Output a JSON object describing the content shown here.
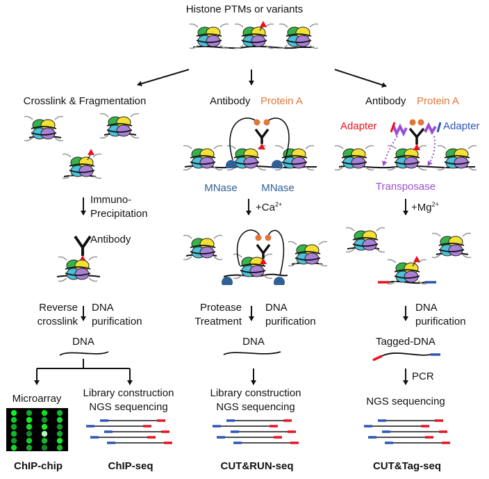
{
  "title": "Histone PTMs or variants",
  "colors": {
    "orange": "#e0763a",
    "red": "#e8131e",
    "blue": "#2b55b6",
    "purple": "#9b4fd4",
    "mnase_blue": "#2f5f94",
    "dna": "#111111"
  },
  "left": {
    "step1": "Crosslink & Fragmentation",
    "ip_1": "Immuno-",
    "ip_2": "Precipitation",
    "antibody": "Antibody",
    "reverse_1": "Reverse",
    "reverse_2": "crosslink",
    "purif_1": "DNA",
    "purif_2": "purification",
    "dna": "DNA",
    "microarray": "Microarray",
    "lib_1": "Library construction",
    "lib_2": "NGS sequencing",
    "method_a": "ChIP-chip",
    "method_b": "ChIP-seq"
  },
  "middle": {
    "antibody": "Antibody",
    "protein_a": "Protein A",
    "mnase_1": "MNase",
    "mnase_2": "MNase",
    "ca": "+Ca",
    "ca_sup": "2+",
    "protease_1": "Protease",
    "protease_2": "Treatment",
    "purif_1": "DNA",
    "purif_2": "purification",
    "dna": "DNA",
    "lib_1": "Library construction",
    "lib_2": "NGS sequencing",
    "method": "CUT&RUN-seq"
  },
  "right": {
    "antibody": "Antibody",
    "protein_a": "Protein A",
    "adapter_red": "Adapter",
    "adapter_blue": "Adapter",
    "transposase": "Transposase",
    "mg": "+Mg",
    "mg_sup": "2+",
    "purif_1": "DNA",
    "purif_2": "purification",
    "tagged": "Tagged-DNA",
    "pcr": "PCR",
    "ngs": "NGS sequencing",
    "method": "CUT&Tag-seq"
  },
  "microarray_spots": [
    [
      0.9,
      0.5,
      0.8,
      0.6
    ],
    [
      0.7,
      0.9,
      0.4,
      0.8
    ],
    [
      0.5,
      0.8,
      0.9,
      0.4
    ],
    [
      0.6,
      0.3,
      1.0,
      0.5
    ],
    [
      0.4,
      0.7,
      0.6,
      0.9
    ],
    [
      0.8,
      0.5,
      0.3,
      0.6
    ]
  ]
}
